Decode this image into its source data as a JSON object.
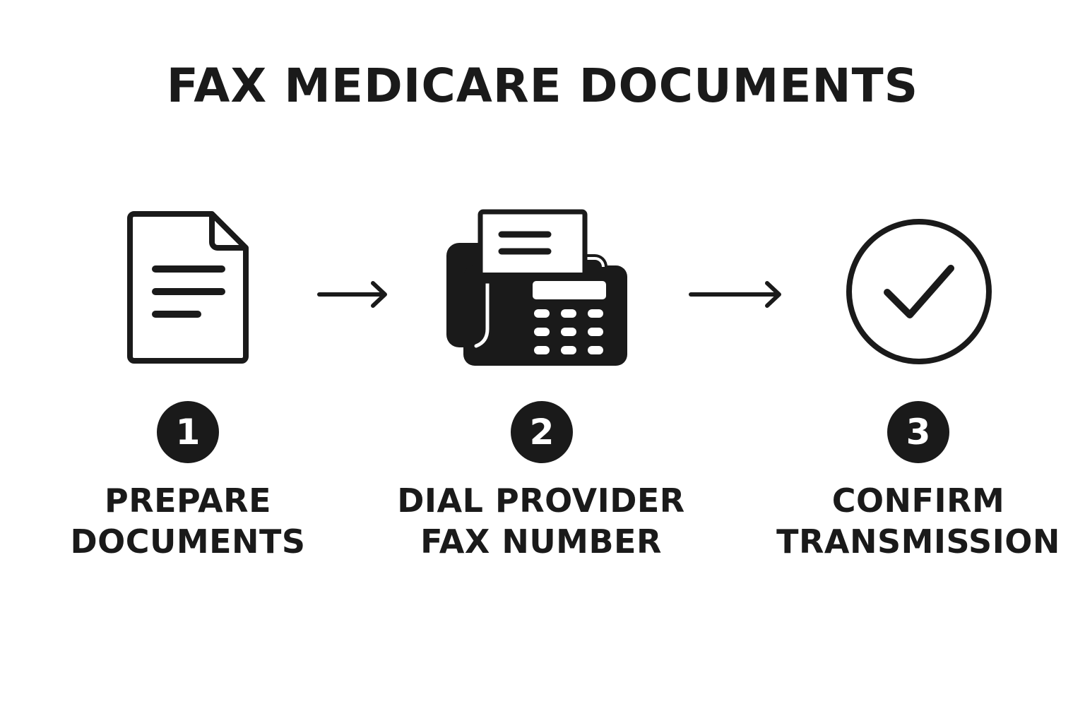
{
  "title": "FAX MEDICARE DOCUMENTS",
  "colors": {
    "ink": "#1a1a1a",
    "background": "#ffffff"
  },
  "steps": [
    {
      "number": "1",
      "label_line1": "PREPARE",
      "label_line2": "DOCUMENTS",
      "icon": "document-icon"
    },
    {
      "number": "2",
      "label_line1": "DIAL PROVIDER",
      "label_line2": "FAX NUMBER",
      "icon": "fax-machine-icon"
    },
    {
      "number": "3",
      "label_line1": "CONFIRM",
      "label_line2": "TRANSMISSION",
      "icon": "check-circle-icon"
    }
  ]
}
